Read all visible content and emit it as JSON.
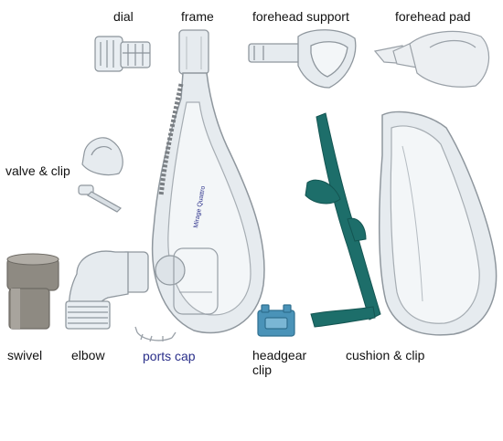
{
  "labels": {
    "dial": "dial",
    "frame": "frame",
    "forehead_support": "forehead support",
    "forehead_pad": "forehead pad",
    "valve_clip": "valve & clip",
    "swivel": "swivel",
    "elbow": "elbow",
    "ports_cap": "ports cap",
    "headgear_clip": "headgear clip",
    "cushion_clip": "cushion & clip"
  },
  "frame_text": "Mirage Quattro",
  "colors": {
    "clear_plastic": "#e6ebef",
    "outline": "#8f979e",
    "teal": "#1d6e6a",
    "blue_clip": "#4a93b8",
    "swivel_gray": "#8e8a82",
    "ports_text": "#2a2f8a"
  }
}
